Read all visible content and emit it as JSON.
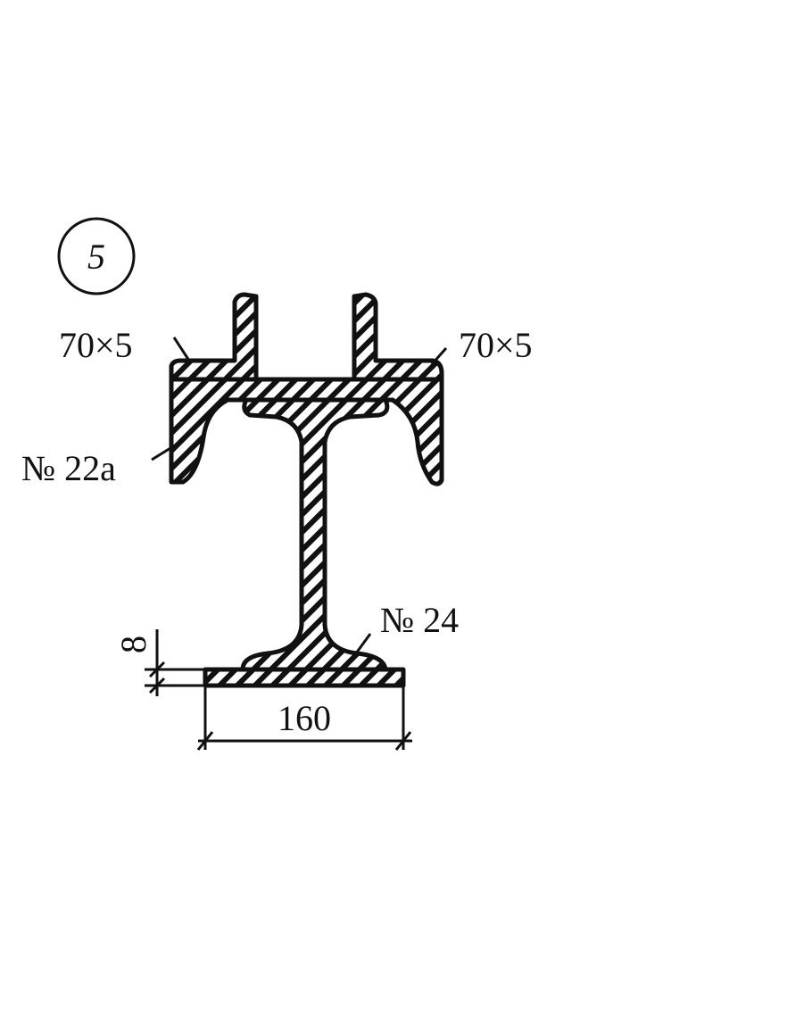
{
  "figure_number": "5",
  "labels": {
    "angle_left": "70×5",
    "angle_right": "70×5",
    "channel": "№ 22a",
    "ibeam": "№ 24",
    "plate_width": "160",
    "plate_thickness": "8"
  },
  "colors": {
    "ink": "#111111",
    "background": "#ffffff"
  }
}
